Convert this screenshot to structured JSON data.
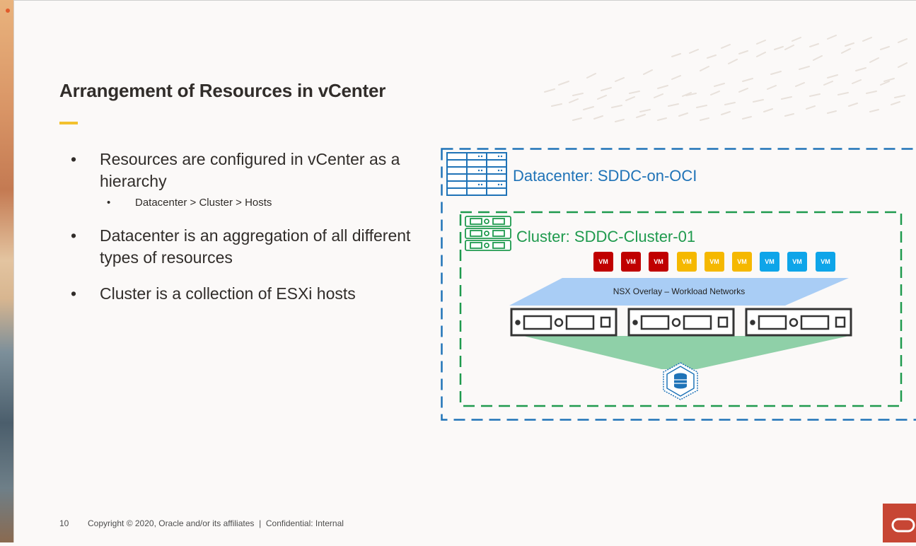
{
  "slide": {
    "title": "Arrangement of Resources in vCenter",
    "bullets": [
      {
        "text": "Resources are configured in vCenter as a hierarchy"
      },
      {
        "sub": "Datacenter > Cluster > Hosts"
      },
      {
        "text": "Datacenter is an aggregation of all different types of resources"
      },
      {
        "text": "Cluster is a collection of ESXi hosts"
      }
    ],
    "bullet_glyph": "•"
  },
  "diagram": {
    "datacenter_label": "Datacenter: SDDC-on-OCI",
    "cluster_label": "Cluster: SDDC-Cluster-01",
    "network_label": "NSX Overlay – Workload Networks",
    "vm_label": "VM",
    "vm_colors": [
      "#c00000",
      "#c00000",
      "#c00000",
      "#f5b800",
      "#f5b800",
      "#f5b800",
      "#0ea5e9",
      "#0ea5e9",
      "#0ea5e9"
    ],
    "colors": {
      "datacenter": "#1f73b7",
      "cluster": "#1f9a4e",
      "network": "#a9cdf5",
      "storage_fan": "#8fd0a8"
    },
    "icons": [
      "server-rack-icon",
      "cluster-host-icon",
      "esxi-host-icon",
      "vsan-datastore-icon"
    ]
  },
  "footer": {
    "page_number": "10",
    "copyright": "Copyright © 2020, Oracle and/or its affiliates  |  Confidential: Internal"
  },
  "brand": {
    "logo_name": "oracle-logo-icon",
    "accent": "#f2c12e",
    "logo_color": "#c74634"
  }
}
